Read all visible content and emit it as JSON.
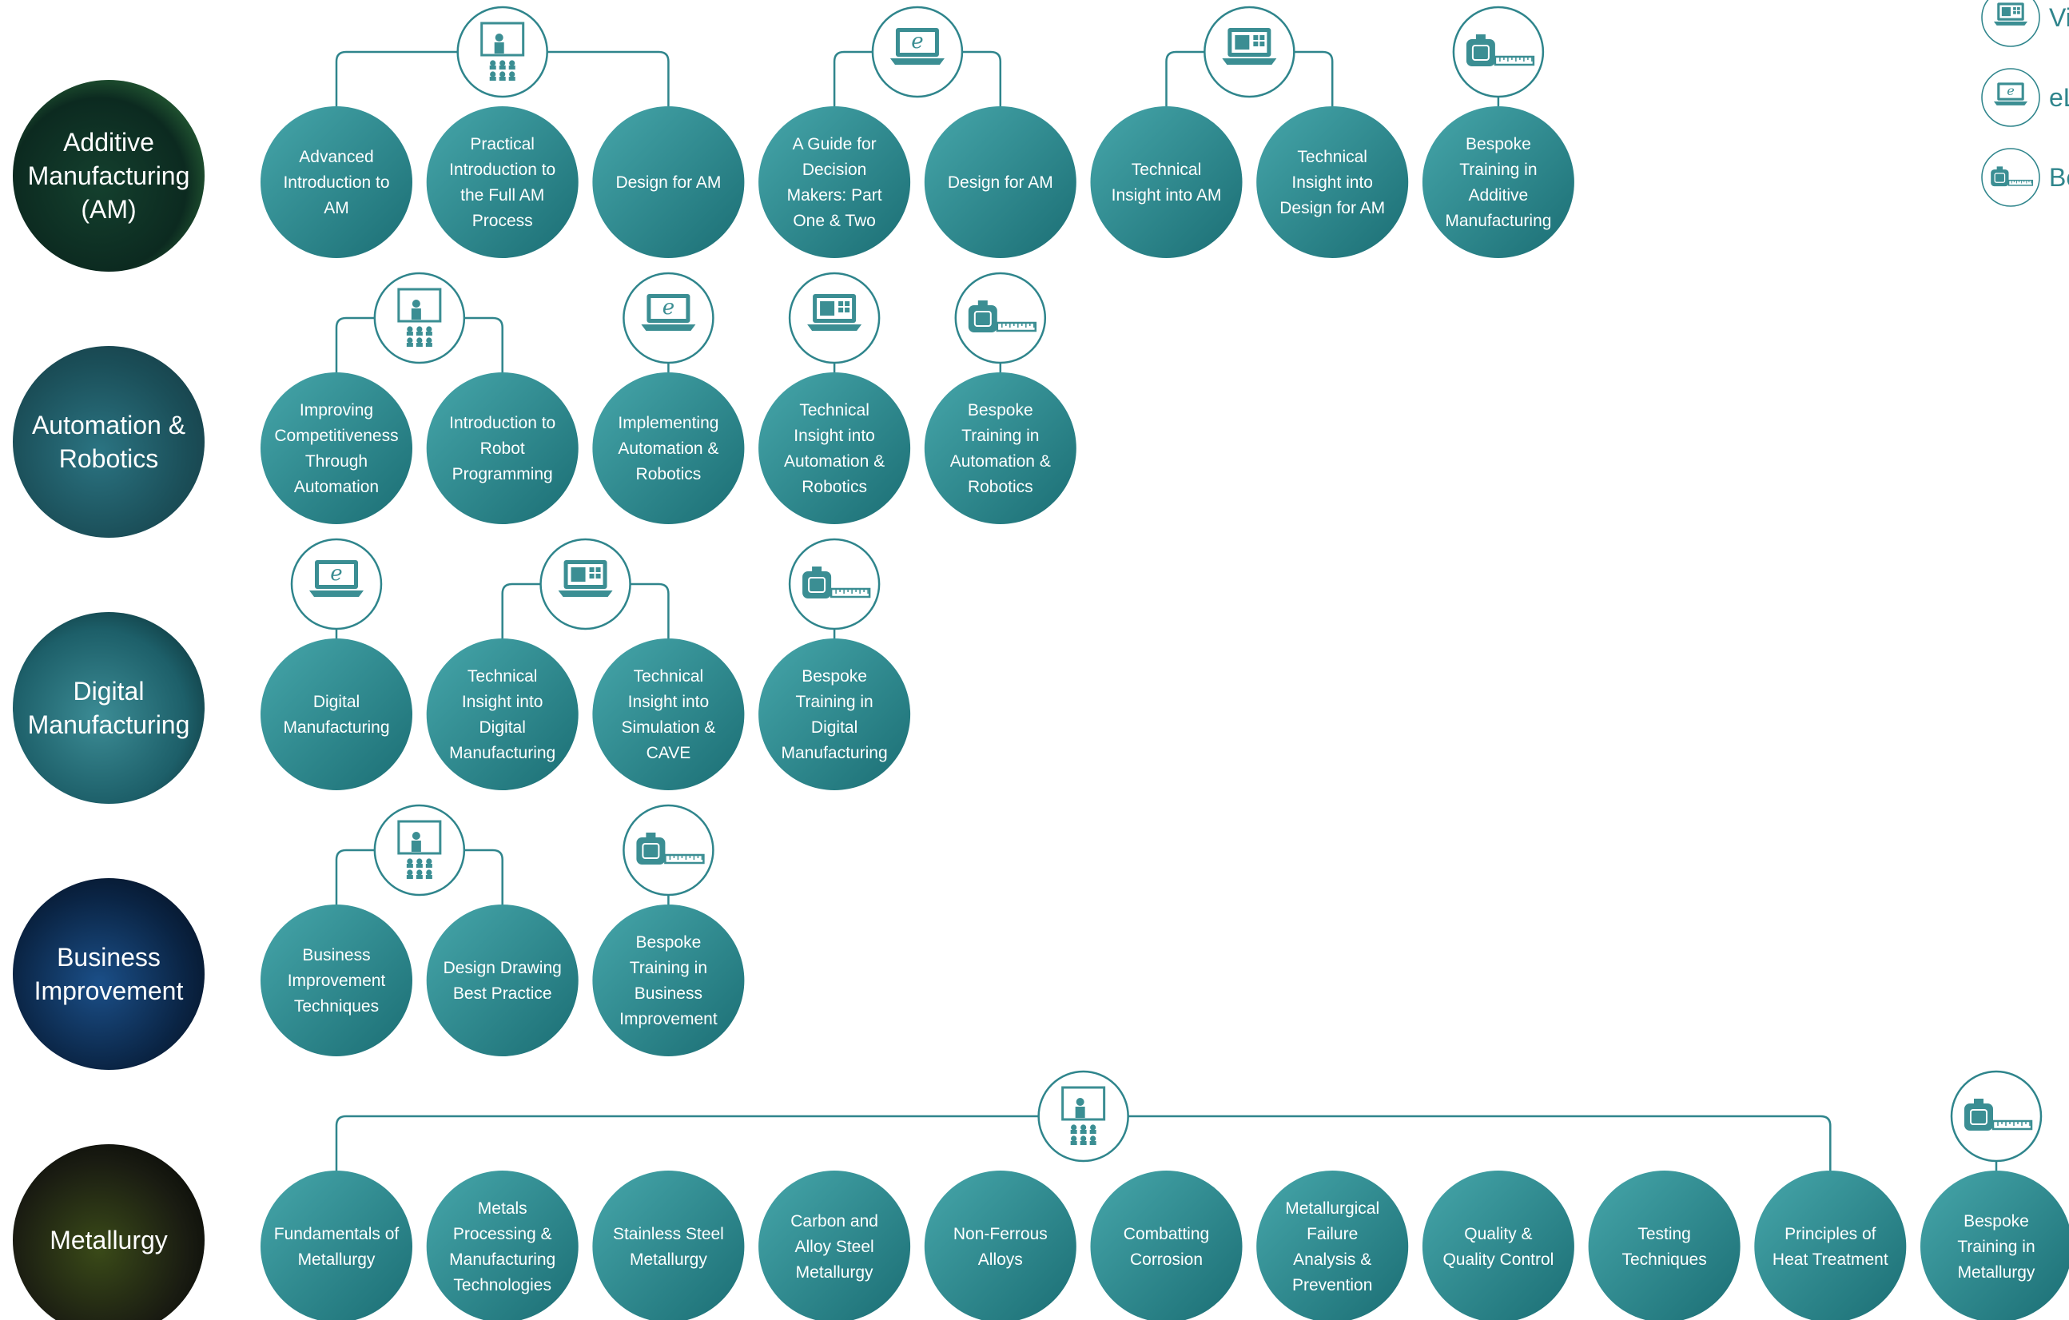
{
  "colors": {
    "teal_light": "#46a6aa",
    "teal_dark": "#1b6e74",
    "line": "#2f858c",
    "text": "#ffffff",
    "icon": "#3b8e93"
  },
  "legend": [
    {
      "icon": "virtual-classroom-icon",
      "label": "Vi"
    },
    {
      "icon": "elearning-icon",
      "label": "eL"
    },
    {
      "icon": "bespoke-icon",
      "label": "Be"
    }
  ],
  "rows": [
    {
      "category": "Additive Manufacturing (AM)",
      "category_image": "additive-manufacturing-photo",
      "courses": [
        "Advanced Introduction to AM",
        "Practical Introduction to the Full AM Process",
        "Design for AM",
        "A Guide for Decision Makers: Part One & Two",
        "Design for AM",
        "Technical Insight into AM",
        "Technical Insight into Design for AM",
        "Bespoke Training in Additive Manufacturing"
      ],
      "groups": [
        {
          "icon": "classroom-icon",
          "members": [
            0,
            1,
            2
          ]
        },
        {
          "icon": "elearning-icon",
          "members": [
            3,
            4
          ]
        },
        {
          "icon": "virtual-classroom-icon",
          "members": [
            5,
            6
          ]
        },
        {
          "icon": "bespoke-icon",
          "members": [
            7
          ]
        }
      ]
    },
    {
      "category": "Automation & Robotics",
      "category_image": "automation-robotics-photo",
      "courses": [
        "Improving Competitiveness Through Automation",
        "Introduction to Robot Programming",
        "Implementing Automation & Robotics",
        "Technical Insight into Automation & Robotics",
        "Bespoke Training in Automation & Robotics"
      ],
      "groups": [
        {
          "icon": "classroom-icon",
          "members": [
            0,
            1
          ]
        },
        {
          "icon": "elearning-icon",
          "members": [
            2
          ]
        },
        {
          "icon": "virtual-classroom-icon",
          "members": [
            3
          ]
        },
        {
          "icon": "bespoke-icon",
          "members": [
            4
          ]
        }
      ]
    },
    {
      "category": "Digital Manufacturing",
      "category_image": "digital-manufacturing-photo",
      "courses": [
        "Digital Manufacturing",
        "Technical Insight into Digital Manufacturing",
        "Technical Insight into Simulation & CAVE",
        "Bespoke Training in Digital Manufacturing"
      ],
      "groups": [
        {
          "icon": "elearning-icon",
          "members": [
            0
          ]
        },
        {
          "icon": "virtual-classroom-icon",
          "members": [
            1,
            2
          ]
        },
        {
          "icon": "bespoke-icon",
          "members": [
            3
          ]
        }
      ]
    },
    {
      "category": "Business Improvement",
      "category_image": "business-improvement-photo",
      "courses": [
        "Business Improvement Techniques",
        "Design Drawing Best Practice",
        "Bespoke Training in Business Improvement"
      ],
      "groups": [
        {
          "icon": "classroom-icon",
          "members": [
            0,
            1
          ]
        },
        {
          "icon": "bespoke-icon",
          "members": [
            2
          ]
        }
      ]
    },
    {
      "category": "Metallurgy",
      "category_image": "metallurgy-photo",
      "courses": [
        "Fundamentals of Metallurgy",
        "Metals Processing & Manufacturing Technologies",
        "Stainless Steel Metallurgy",
        "Carbon and Alloy Steel Metallurgy",
        "Non-Ferrous Alloys",
        "Combatting Corrosion",
        "Metallurgical Failure Analysis & Prevention",
        "Quality & Quality Control",
        "Testing Techniques",
        "Principles of Heat Treatment",
        "Bespoke Training in Metallurgy"
      ],
      "groups": [
        {
          "icon": "classroom-icon",
          "members": [
            0,
            1,
            2,
            3,
            4,
            5,
            6,
            7,
            8,
            9
          ]
        },
        {
          "icon": "bespoke-icon",
          "members": [
            10
          ]
        }
      ]
    }
  ]
}
